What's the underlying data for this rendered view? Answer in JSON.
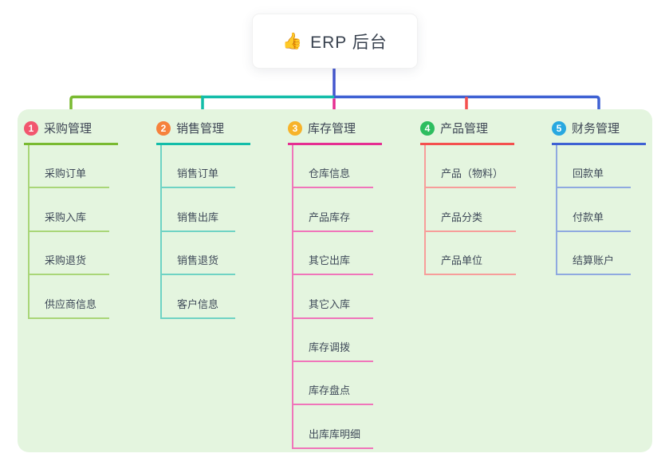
{
  "root": {
    "icon": "thumbs-up",
    "icon_glyph": "👍",
    "label": "ERP 后台"
  },
  "connector_color": "#4356ce",
  "panel_color": "#e4f5df",
  "branches": [
    {
      "num": "1",
      "label": "采购管理",
      "badge_color": "#f2566e",
      "line_color": "#79ba31",
      "child_line_color": "#a9d678",
      "children": [
        "采购订单",
        "采购入库",
        "采购退货",
        "供应商信息"
      ]
    },
    {
      "num": "2",
      "label": "销售管理",
      "badge_color": "#f6823c",
      "line_color": "#13bda9",
      "child_line_color": "#6fd3c4",
      "children": [
        "销售订单",
        "销售出库",
        "销售退货",
        "客户信息"
      ]
    },
    {
      "num": "3",
      "label": "库存管理",
      "badge_color": "#f7b32a",
      "line_color": "#e52e91",
      "child_line_color": "#f075ba",
      "children": [
        "仓库信息",
        "产品库存",
        "其它出库",
        "其它入库",
        "库存调拨",
        "库存盘点",
        "出库库明细"
      ]
    },
    {
      "num": "4",
      "label": "产品管理",
      "badge_color": "#2dbd5f",
      "line_color": "#f4504e",
      "child_line_color": "#f79d9a",
      "children": [
        "产品（物料）",
        "产品分类",
        "产品单位"
      ]
    },
    {
      "num": "5",
      "label": "财务管理",
      "badge_color": "#28a8e0",
      "line_color": "#3e61d3",
      "child_line_color": "#8fa9e0",
      "children": [
        "回款单",
        "付款单",
        "结算账户"
      ]
    }
  ],
  "layout": {
    "branch_lefts": [
      30,
      196,
      361,
      527,
      692
    ],
    "drop_xs": [
      89,
      254,
      419,
      585,
      751
    ]
  }
}
